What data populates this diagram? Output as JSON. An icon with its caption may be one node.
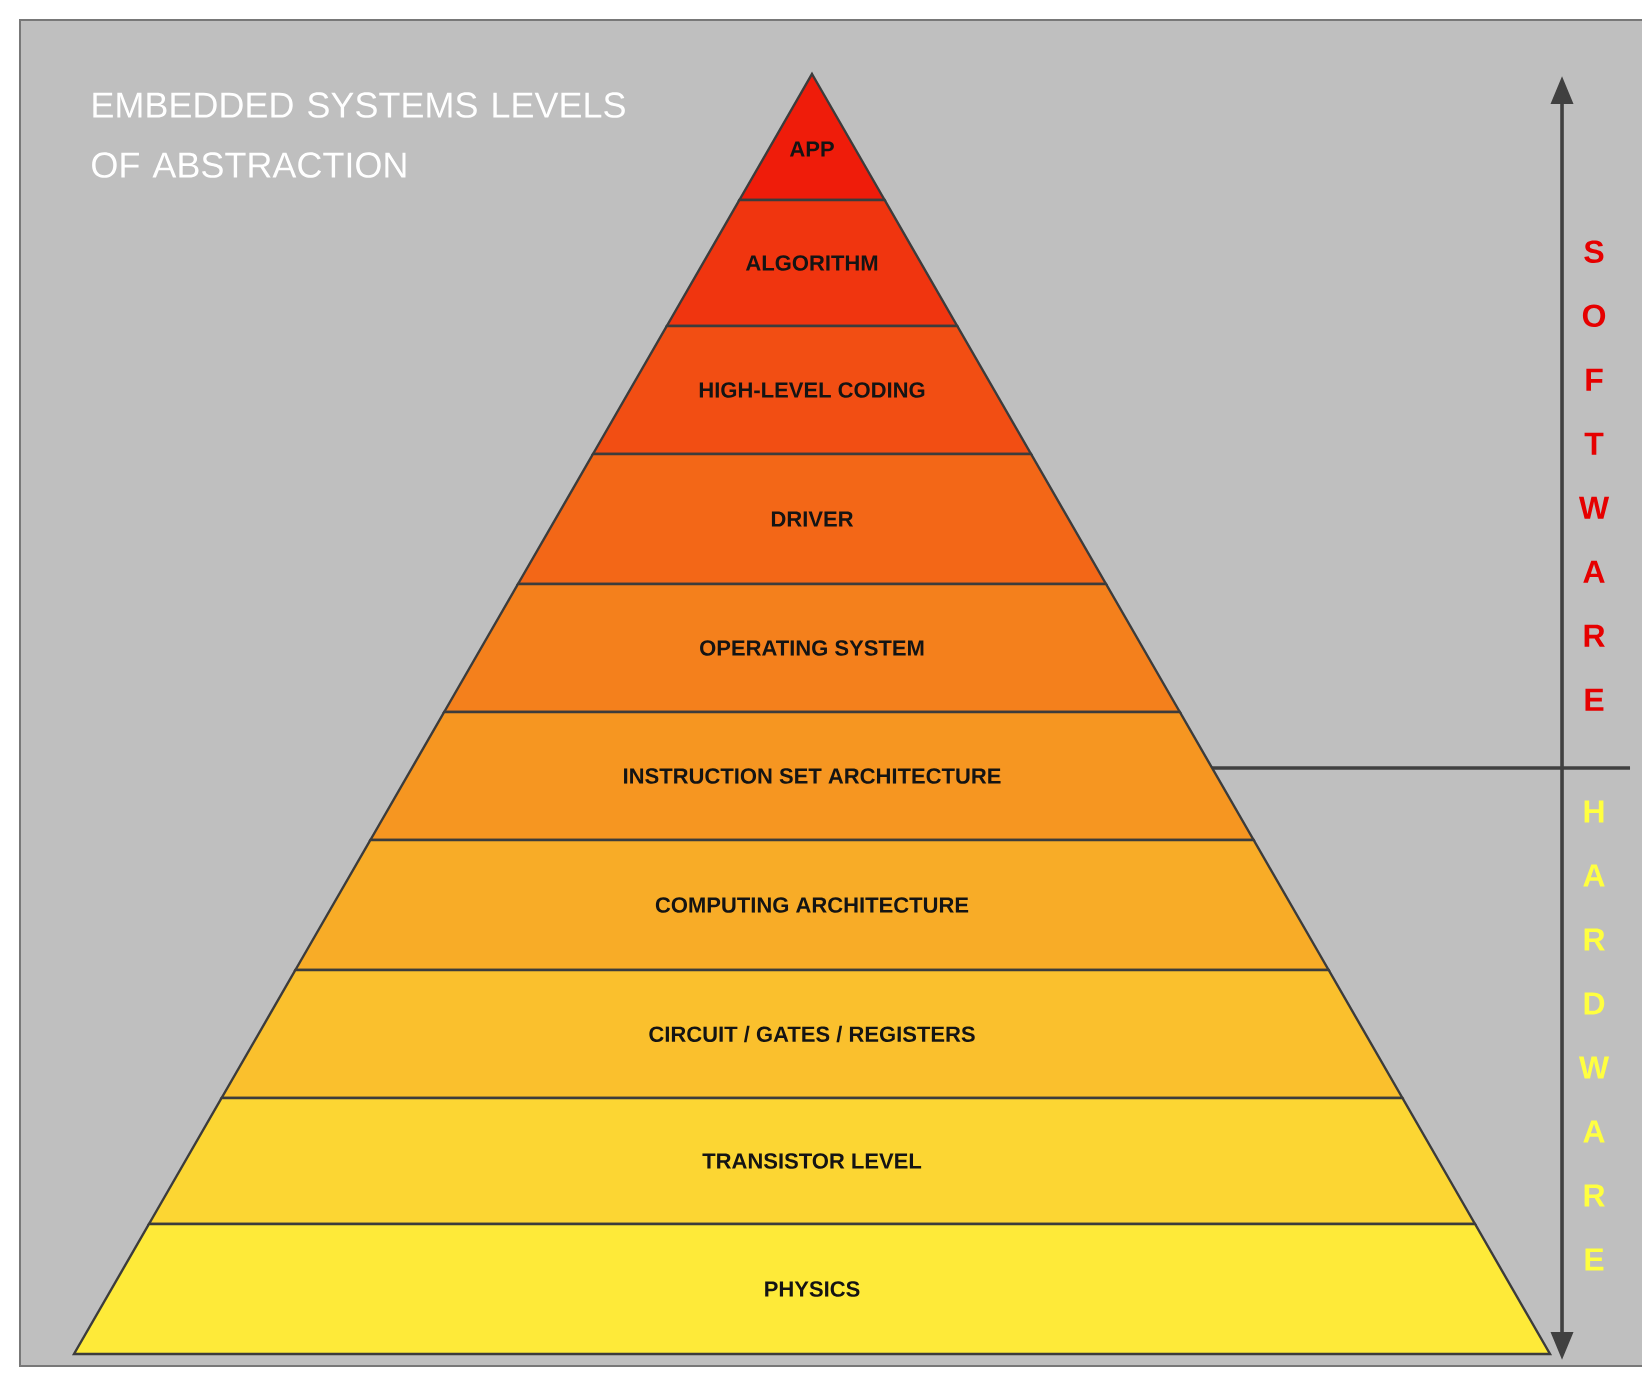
{
  "diagram": {
    "title": "EMBEDDED SYSTEMS LEVELS OF ABSTRACTION",
    "nodes": [
      {
        "text": [
          "APP"
        ]
      },
      {
        "text": [
          "ALGORITHM"
        ]
      },
      {
        "text": [
          "HIGH-LEVEL CODING"
        ]
      },
      {
        "text": [
          "DRIVER"
        ]
      },
      {
        "text": [
          "OPERATING SYSTEM"
        ]
      },
      {
        "text": [
          "INSTRUCTION SET ARCHITECTURE"
        ]
      },
      {
        "text": [
          "COMPUTING ARCHITECTURE"
        ]
      },
      {
        "text": [
          "CIRCUIT / GATES / REGISTERS"
        ]
      },
      {
        "text": [
          "TRANSISTOR LEVEL"
        ]
      },
      {
        "text": [
          "PHYSICS"
        ]
      }
    ],
    "labels": [
      "SOFTWARE",
      "HARDWARE"
    ]
  }
}
